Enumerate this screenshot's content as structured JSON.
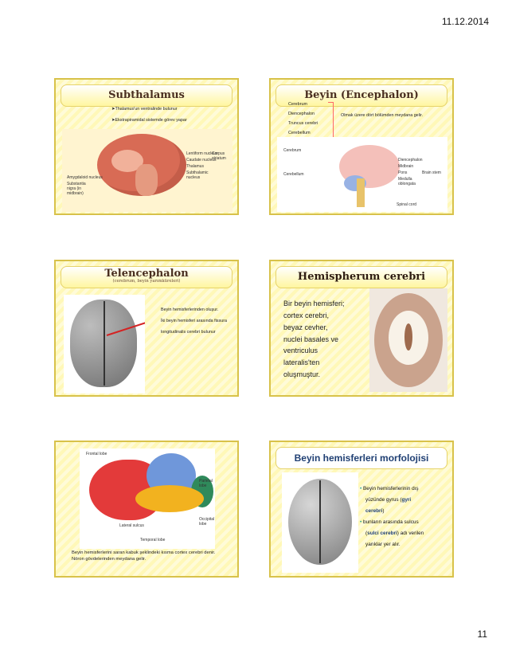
{
  "header": {
    "date": "11.12.2014"
  },
  "footer": {
    "page_number": "11"
  },
  "slides": [
    {
      "title": "Subthalamus",
      "bullets": [
        "➤Thalamus'un ventralinde bulunur",
        "➤Ekstrapiramidal sistemde görev yapar"
      ],
      "image_labels": [
        "Lentiform nucleus",
        "Caudate nucleus",
        "Thalamus",
        "Subthalamic nucleus",
        "Corpus striatum",
        "Amygdaloid nucleus",
        "Substantia nigra (in midbrain)"
      ]
    },
    {
      "title": "Beyin (Encephalon)",
      "list": [
        "Cerebrum",
        "Diencephalon",
        "Truncus cerebri",
        "Cerebellum"
      ],
      "note": "Olmak üzere dört bölümden meydana gelir.",
      "image_labels": [
        "Cerebrum",
        "Cerebellum",
        "Diencephalon",
        "Midbrain",
        "Pons",
        "Medulla oblongata",
        "Brain stem",
        "Spinal cord"
      ]
    },
    {
      "title": "Telencephalon",
      "subtitle": "(cerebrum, beyin yarımküreleri)",
      "lines": [
        "Beyin hemisferlerinden oluşur.",
        "İki beyin hemisferi arasında fissura",
        "longitudinalis cerebri bulunur"
      ]
    },
    {
      "title": "Hemispherum cerebri",
      "lines": [
        "Bir beyin hemisferi;",
        "cortex cerebri,",
        "beyaz cevher,",
        "nuclei basales ve",
        "ventriculus",
        "lateralis'ten",
        "oluşmuştur."
      ]
    },
    {
      "caption": "Beyin hemisferlerini saran kabuk şeklindeki kısma cortex cerebri denir. Nöron gövdelerinden meydana gelir.",
      "image_labels": [
        "Frontal lobe",
        "Parietal lobe",
        "Occipital lobe",
        "Temporal lobe",
        "Lateral sulcus"
      ]
    },
    {
      "title": "Beyin hemisferleri morfolojisi",
      "line1": "Beyin hemisferlerinin dış",
      "line2": "yüzünde gyrus (",
      "line2b": "gyri",
      "line3": "cerebri",
      "line3b": ")",
      "line4": "bunların arasında sulcus",
      "line5a": "(",
      "line5b": "sulci cerebri",
      "line5c": ") adı verilen",
      "line6": "yarıklar yer alır."
    }
  ],
  "colors": {
    "slide_bg": "#fff8b8",
    "slide_border": "#d8c24a",
    "title_brown": "#4a2f21",
    "title_blue": "#1f3f73",
    "teal_accent": "#1b9f98"
  }
}
